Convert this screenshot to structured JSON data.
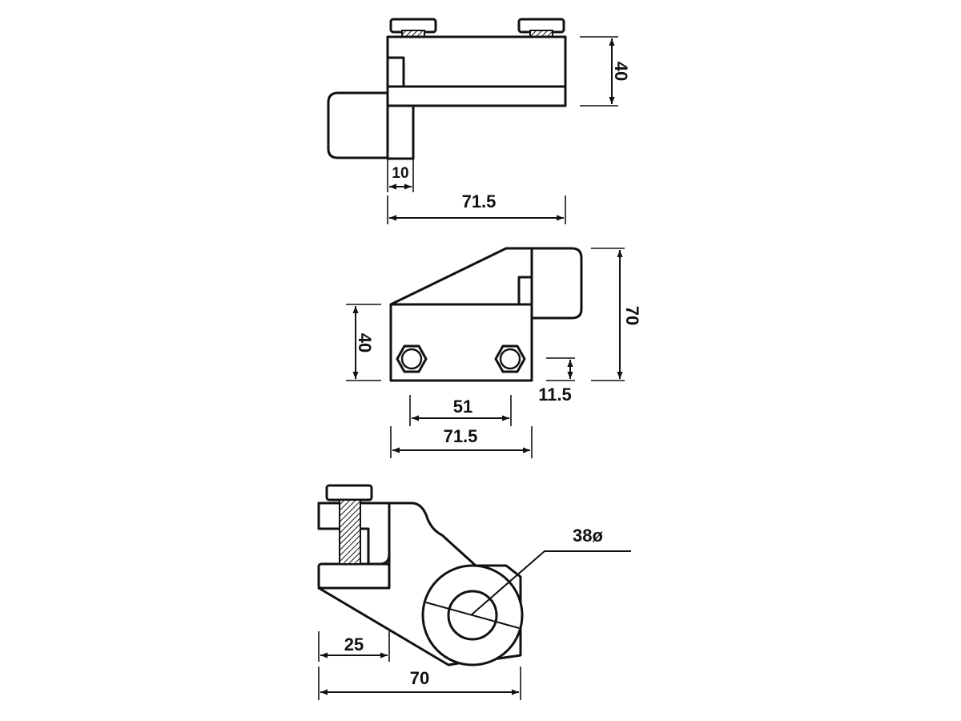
{
  "views": {
    "top": {
      "dims": {
        "height": "40",
        "tab_width": "10",
        "length": "71.5"
      }
    },
    "front": {
      "dims": {
        "body_height": "40",
        "total_height": "70",
        "bolt_offset": "11.5",
        "bolt_spacing": "51",
        "length": "71.5"
      }
    },
    "side": {
      "dims": {
        "diameter": "38ø",
        "clamp_width": "25",
        "overall_width": "70"
      }
    }
  },
  "colors": {
    "line": "#111111",
    "background": "#ffffff"
  }
}
